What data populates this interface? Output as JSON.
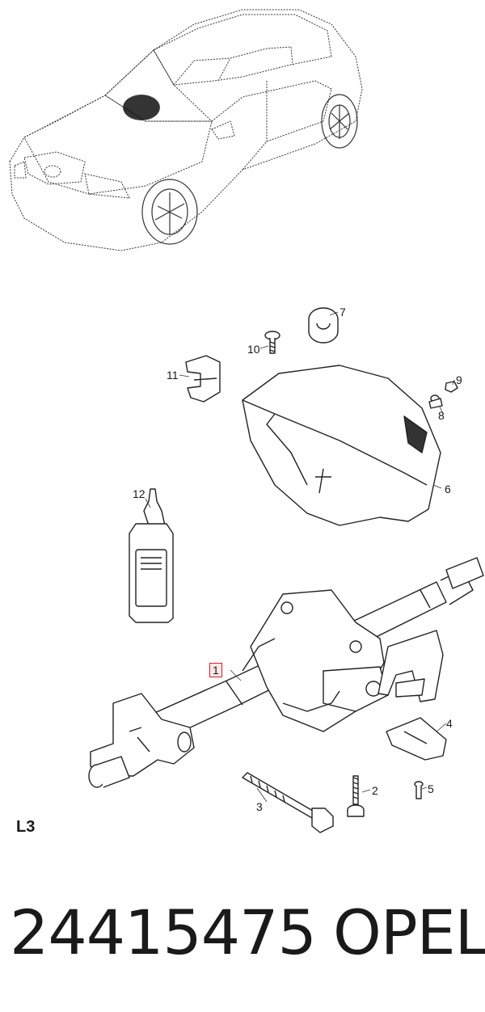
{
  "diagram": {
    "section_label": "L3",
    "callouts": [
      {
        "id": "1",
        "label": "1",
        "highlighted": true
      },
      {
        "id": "2",
        "label": "2"
      },
      {
        "id": "3",
        "label": "3"
      },
      {
        "id": "4",
        "label": "4"
      },
      {
        "id": "5",
        "label": "5"
      },
      {
        "id": "6",
        "label": "6"
      },
      {
        "id": "7",
        "label": "7"
      },
      {
        "id": "8",
        "label": "8"
      },
      {
        "id": "9",
        "label": "9"
      },
      {
        "id": "10",
        "label": "10"
      },
      {
        "id": "11",
        "label": "11"
      },
      {
        "id": "12",
        "label": "12"
      }
    ],
    "highlight_color": "#d21f26"
  },
  "footer": {
    "part_number": "24415475",
    "brand": "OPEL"
  }
}
